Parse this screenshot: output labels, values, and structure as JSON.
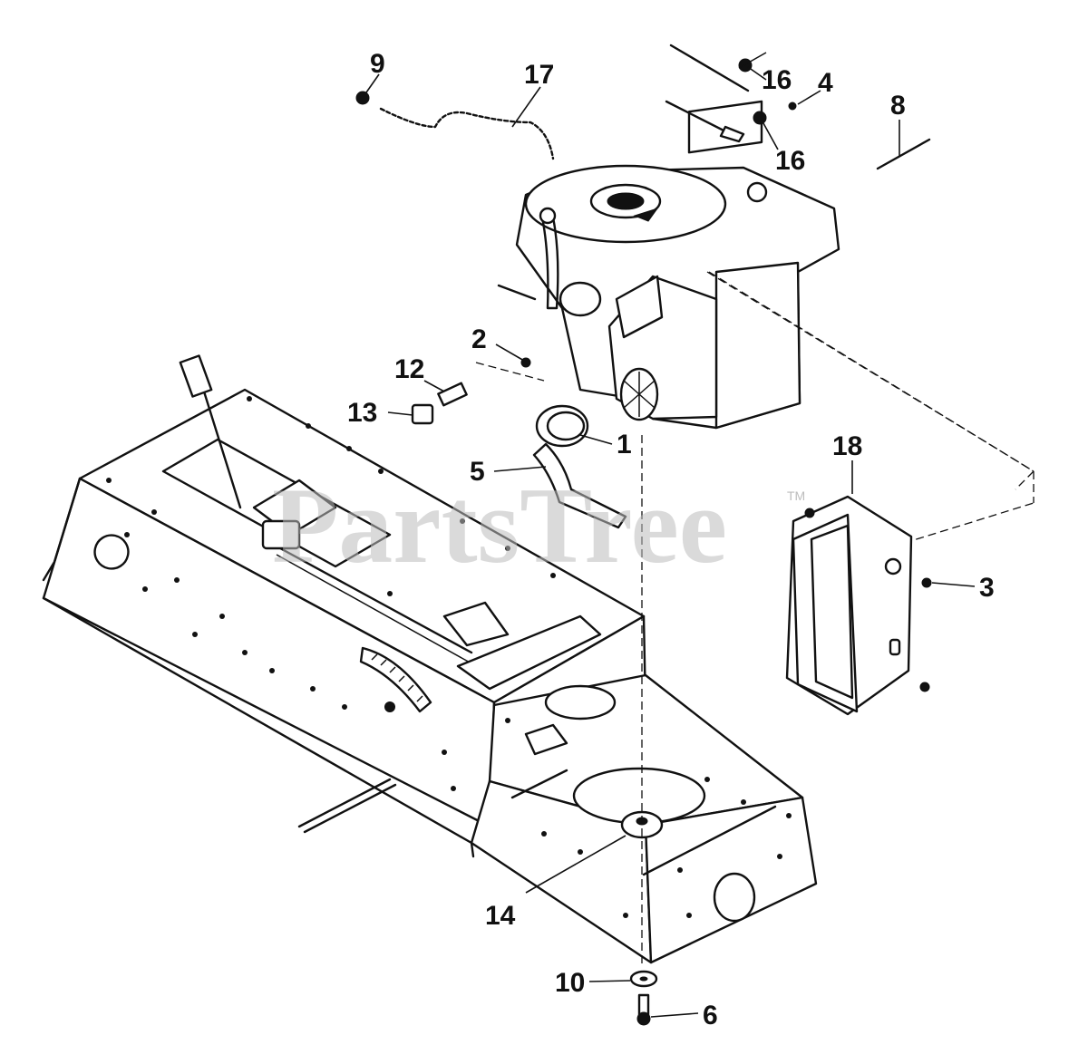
{
  "watermark": {
    "text": "PartsTree",
    "trademark": "TM"
  },
  "callouts": {
    "c1": "1",
    "c2": "2",
    "c3": "3",
    "c4": "4",
    "c5": "5",
    "c6": "6",
    "c8": "8",
    "c9": "9",
    "c10": "10",
    "c12": "12",
    "c13": "13",
    "c14": "14",
    "c16a": "16",
    "c16b": "16",
    "c17": "17",
    "c18": "18"
  }
}
